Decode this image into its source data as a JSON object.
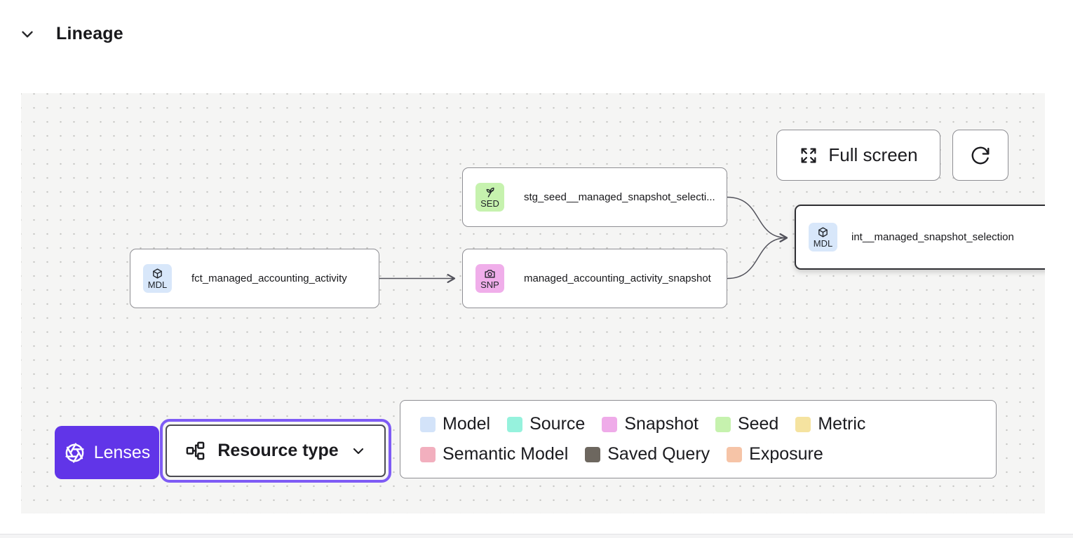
{
  "header": {
    "title": "Lineage",
    "collapse_icon": "chevron-down-icon"
  },
  "canvas": {
    "toolbar": {
      "fullscreen_label": "Full screen",
      "fullscreen_icon": "expand-arrows-icon",
      "refresh_icon": "refresh-icon"
    },
    "nodes": [
      {
        "badge": "SED",
        "icon": "seedling-icon",
        "badge_color": "#c6f2ae",
        "label": "stg_seed__managed_snapshot_selecti...",
        "selected": false
      },
      {
        "badge": "MDL",
        "icon": "cube-icon",
        "badge_color": "#d8e7fa",
        "label": "fct_managed_accounting_activity",
        "selected": false
      },
      {
        "badge": "SNP",
        "icon": "camera-icon",
        "badge_color": "#f0aeea",
        "label": "managed_accounting_activity_snapshot",
        "selected": false
      },
      {
        "badge": "MDL",
        "icon": "cube-icon",
        "badge_color": "#d8e7fa",
        "label": "int__managed_snapshot_selection",
        "selected": true
      }
    ],
    "lenses": {
      "label": "Lenses",
      "icon": "aperture-icon",
      "background": "#6135e8"
    },
    "resource_type": {
      "label": "Resource type",
      "icon": "hierarchy-icon",
      "chevron": "chevron-down-icon",
      "focus_ring_color": "#7e5bf5"
    },
    "legend": {
      "items": [
        {
          "label": "Model",
          "color": "#d3e3f9"
        },
        {
          "label": "Source",
          "color": "#96f2dd"
        },
        {
          "label": "Snapshot",
          "color": "#efabe9"
        },
        {
          "label": "Seed",
          "color": "#c6f2ae"
        },
        {
          "label": "Metric",
          "color": "#f5e3a0"
        },
        {
          "label": "Semantic Model",
          "color": "#f2afbe"
        },
        {
          "label": "Saved Query",
          "color": "#6d675f"
        },
        {
          "label": "Exposure",
          "color": "#f6c4a7"
        }
      ]
    },
    "colors": {
      "canvas_background": "#f5f5f4",
      "edge": "#52525b",
      "node_border": "#8e8e93",
      "selected_node_border": "#2f2f33",
      "accent_purple": "#6135e8"
    }
  }
}
